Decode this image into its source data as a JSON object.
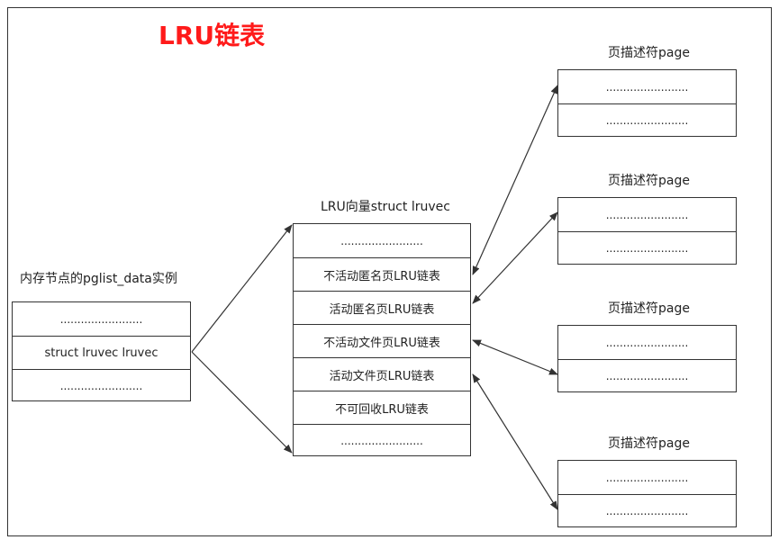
{
  "title": "LRU链表",
  "pglist": {
    "label": "内存节点的pglist_data实例",
    "rows": [
      "........................",
      "struct lruvec  lruvec",
      "........................"
    ]
  },
  "lruvec": {
    "label": "LRU向量struct lruvec",
    "rows": [
      "........................",
      "不活动匿名页LRU链表",
      "活动匿名页LRU链表",
      "不活动文件页LRU链表",
      "活动文件页LRU链表",
      "不可回收LRU链表",
      "........................"
    ]
  },
  "pages": [
    {
      "label": "页描述符page",
      "rows": [
        "........................",
        "........................"
      ]
    },
    {
      "label": "页描述符page",
      "rows": [
        "........................",
        "........................"
      ]
    },
    {
      "label": "页描述符page",
      "rows": [
        "........................",
        "........................"
      ]
    },
    {
      "label": "页描述符page",
      "rows": [
        "........................",
        "........................"
      ]
    }
  ],
  "colors": {
    "title": "#ff1a1a",
    "line": "#333333"
  }
}
